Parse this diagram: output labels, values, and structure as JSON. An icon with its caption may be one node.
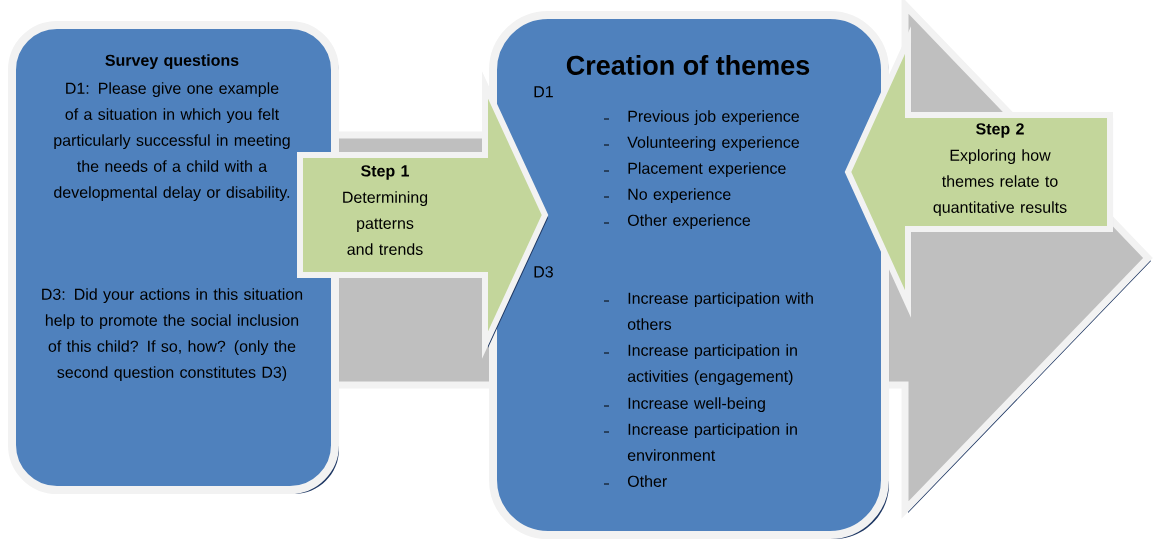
{
  "diagram": {
    "nodes": [
      {
        "text": [
          "Survey questions",
          "D1: Please give one example of a situation in which you felt particularly successful in meeting the needs of a child with a developmental delay or disability.",
          "D3: Did your actions in this situation help to promote the social inclusion of this child? If so, how? (only the second question constitutes D3)"
        ]
      },
      {
        "text": [
          "Step 1",
          "Determining patterns and trends"
        ]
      },
      {
        "text": [
          "Creation of themes",
          "D1",
          "Previous job experience",
          "Volunteering experience",
          "Placement experience",
          "No experience",
          "Other experience",
          "D3",
          "Increase participation with others",
          "Increase participation in activities (engagement)",
          "Increase well-being",
          "Increase participation in environment",
          "Other"
        ]
      },
      {
        "text": [
          "Step 2",
          "Exploring how themes relate to quantitative results"
        ]
      }
    ],
    "edges": [
      {
        "from": 0,
        "to": 2,
        "arrow": "to"
      },
      {
        "from": null,
        "to": 2,
        "arrow": "to"
      }
    ]
  }
}
